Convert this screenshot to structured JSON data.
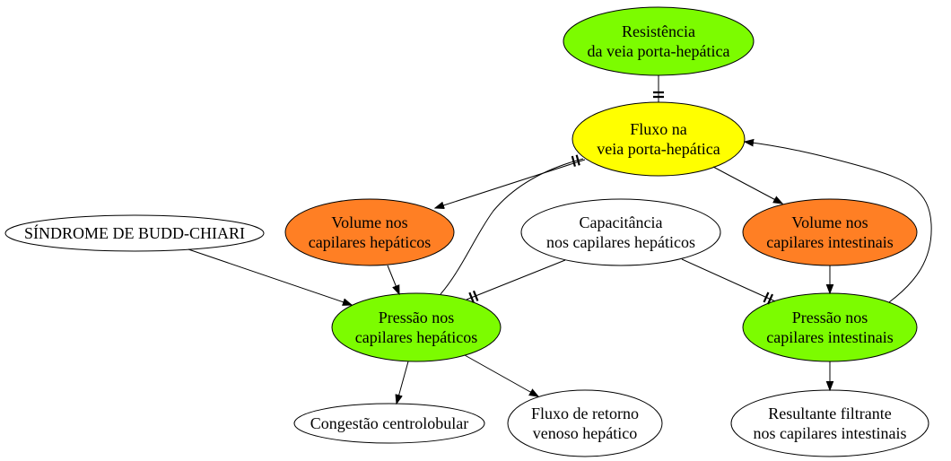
{
  "diagram": {
    "nodes": [
      {
        "lines": [
          "Resistência",
          "da veia porta-hepática"
        ],
        "fill": "#7CFC00"
      },
      {
        "lines": [
          "Fluxo na",
          "veia porta-hepática"
        ],
        "fill": "#FFFF00"
      },
      {
        "lines": [
          "SÍNDROME DE BUDD-CHIARI"
        ],
        "fill": "#FFFFFF"
      },
      {
        "lines": [
          "Volume nos",
          "capilares hepáticos"
        ],
        "fill": "#FF7F24"
      },
      {
        "lines": [
          "Capacitância",
          "nos capilares hepáticos"
        ],
        "fill": "#FFFFFF"
      },
      {
        "lines": [
          "Volume nos",
          "capilares intestinais"
        ],
        "fill": "#FF7F24"
      },
      {
        "lines": [
          "Pressão nos",
          "capilares hepáticos"
        ],
        "fill": "#7CFC00"
      },
      {
        "lines": [
          "Pressão nos",
          "capilares intestinais"
        ],
        "fill": "#7CFC00"
      },
      {
        "lines": [
          "Congestão centrolobular"
        ],
        "fill": "#FFFFFF"
      },
      {
        "lines": [
          "Fluxo de retorno",
          "venoso hepático"
        ],
        "fill": "#FFFFFF"
      },
      {
        "lines": [
          "Resultante filtrante",
          "nos capilares intestinais"
        ],
        "fill": "#FFFFFF"
      }
    ],
    "edges": [
      {
        "from": 0,
        "to": 1,
        "head": "tee"
      },
      {
        "from": 1,
        "to": 3,
        "head": "arrow"
      },
      {
        "from": 1,
        "to": 5,
        "head": "arrow"
      },
      {
        "from": 6,
        "to": 1,
        "head": "tee"
      },
      {
        "from": 7,
        "to": 1,
        "head": "arrow"
      },
      {
        "from": 2,
        "to": 6,
        "head": "arrow"
      },
      {
        "from": 3,
        "to": 6,
        "head": "arrow"
      },
      {
        "from": 4,
        "to": 6,
        "head": "tee"
      },
      {
        "from": 4,
        "to": 7,
        "head": "tee"
      },
      {
        "from": 5,
        "to": 7,
        "head": "arrow"
      },
      {
        "from": 6,
        "to": 8,
        "head": "arrow"
      },
      {
        "from": 6,
        "to": 9,
        "head": "arrow"
      },
      {
        "from": 7,
        "to": 10,
        "head": "arrow"
      }
    ],
    "edge_color": "#000000"
  }
}
